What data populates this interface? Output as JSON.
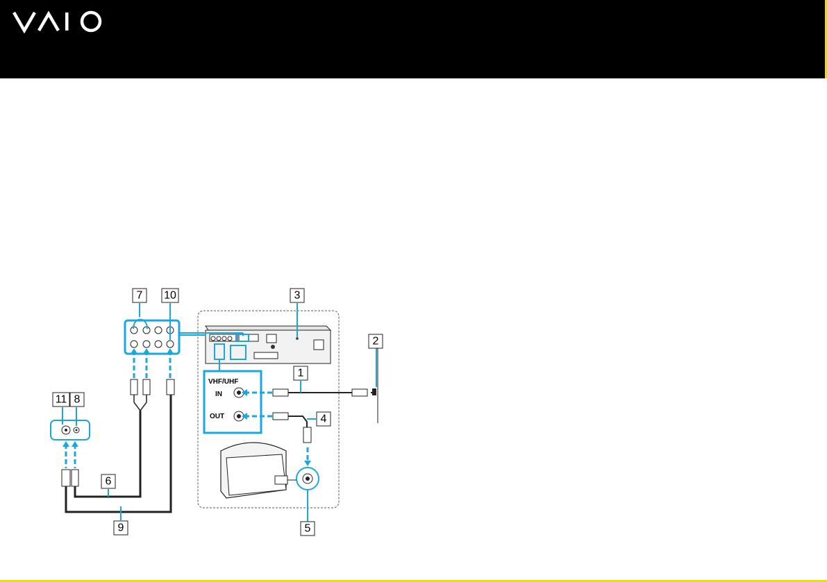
{
  "header": {
    "logo_text": "VAIO",
    "accent_color": "#e8e100",
    "background": "#000000"
  },
  "diagram": {
    "accent_color": "#1aa7e0",
    "port_labels": {
      "vhf_uhf": "VHF/UHF",
      "in": "IN",
      "out": "OUT"
    },
    "callouts": [
      "1",
      "2",
      "3",
      "4",
      "5",
      "6",
      "7",
      "8",
      "9",
      "10",
      "11"
    ]
  }
}
